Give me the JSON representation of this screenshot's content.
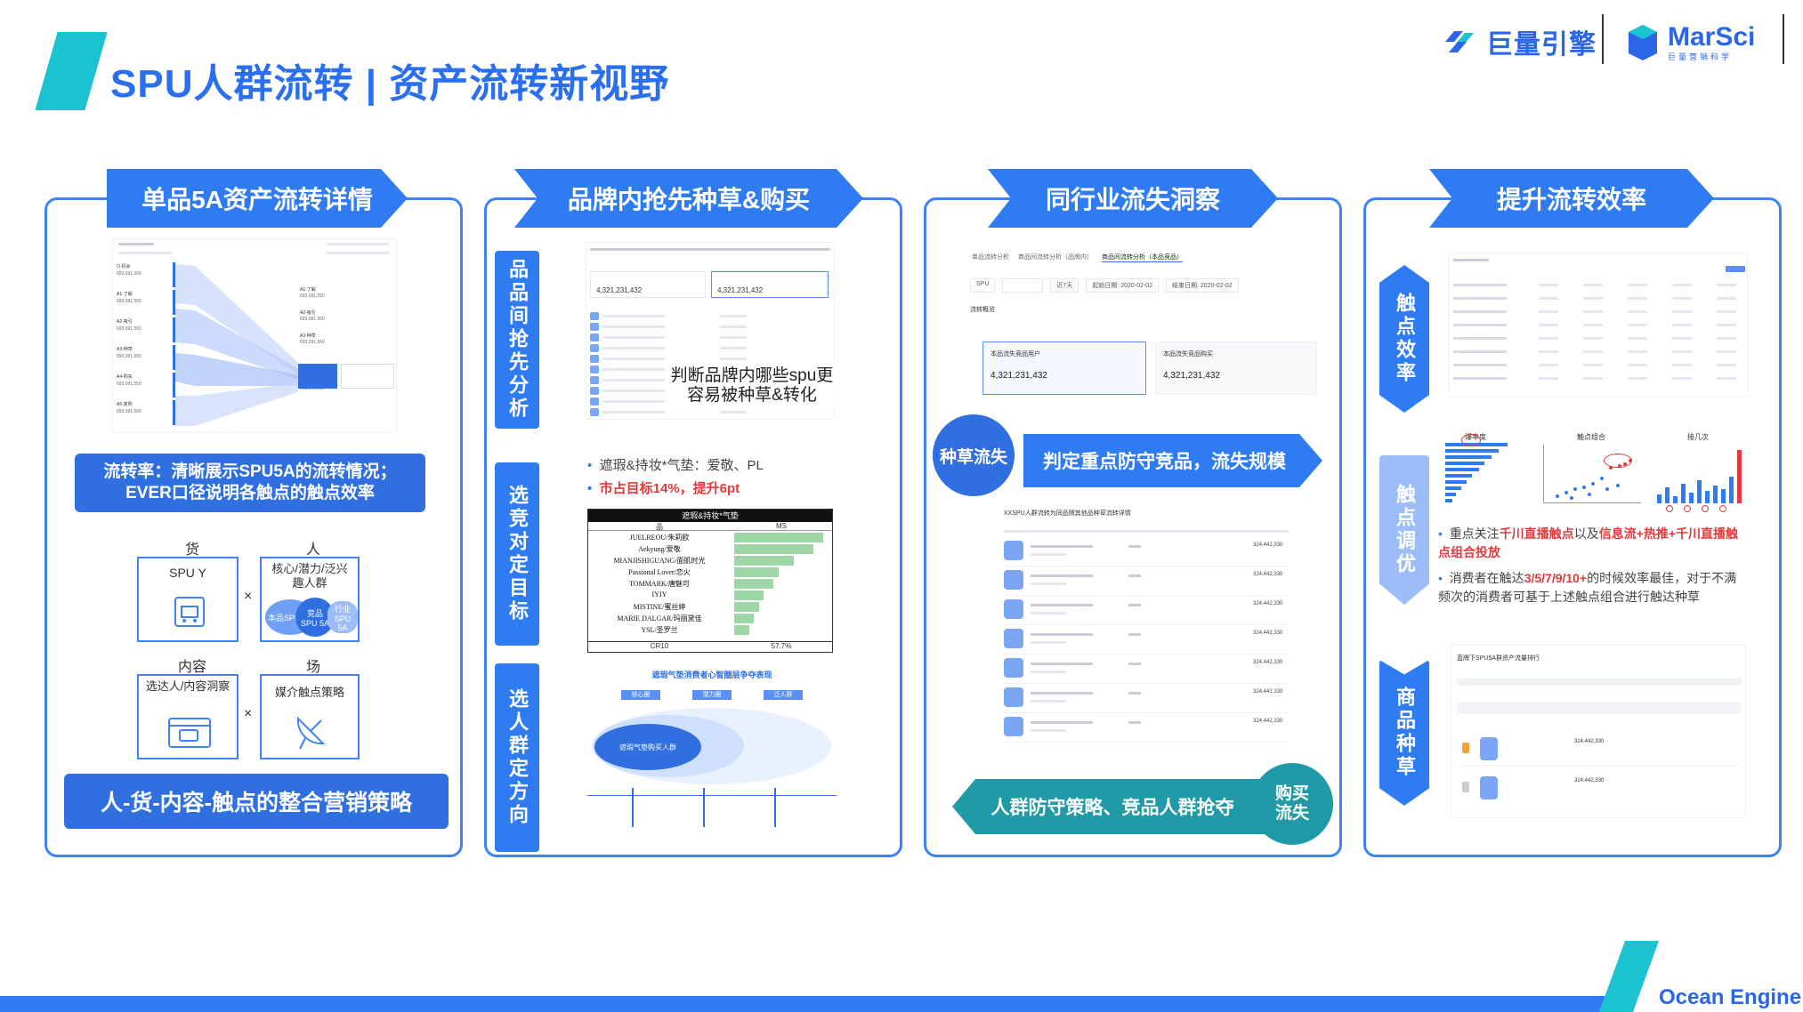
{
  "header": {
    "title": "SPU人群流转 | 资产流转新视野",
    "logo_ocean": "巨量引擎",
    "logo_marsci": "MarSci",
    "logo_marsci_sub": "巨量营销科学"
  },
  "colors": {
    "primary_blue": "#2f7cf2",
    "teal": "#1f9aa6",
    "cyan_accent": "#19c3cf",
    "red_highlight": "#e23a3a"
  },
  "panel1": {
    "heading": "单品5A资产流转详情",
    "shot_left_rows": [
      "O-机会",
      "A1-了解",
      "A2-吸引",
      "A3-种草",
      "A4-购买",
      "A5-复购"
    ],
    "shot_left_values": [
      "693,091,550",
      "693,091,550",
      "693,091,550",
      "693,091,550",
      "693,091,550",
      "693,091,550"
    ],
    "shot_right_rows": [
      "A1-了解",
      "A2-吸引",
      "A3-种草",
      "A4-购买",
      "A5-复购"
    ],
    "shot_right_values": [
      "693,091,550",
      "693,091,550",
      "693,091,550",
      "693,091,550",
      "693,091,550"
    ],
    "caption": "流转率：清晰展示SPU5A的流转情况；EVER口径说明各触点的触点效率",
    "grid_label_goods": "货",
    "grid_label_people": "人",
    "grid_label_content": "内容",
    "grid_label_field": "场",
    "box_spu": "SPU Y",
    "box_people": "核心/潜力/泛兴趣人群",
    "box_content": "选达人/内容洞察",
    "box_media": "媒介触点策略",
    "venn": [
      "本品SPU 5A",
      "竞品SPU 5A",
      "行业SPU 5A"
    ],
    "times": "×",
    "strategy": "人-货-内容-触点的整合营销策略"
  },
  "panel2": {
    "heading": "品牌内抢先种草&购买",
    "side_labels": [
      "品品间抢先分析",
      "选竞对定目标",
      "选人群定方向"
    ],
    "shot_values": [
      "4,321,231,432",
      "4,321,231,432"
    ],
    "overlay_text": "判断品牌内哪些spu更容易被种草&转化",
    "bullet1": "遮瑕&持妆*气垫：爱敬、PL",
    "bullet2": "市占目标14%，提升6pt",
    "table_title": "遮瑕&持妆*气垫",
    "table_col1": "品",
    "table_col2": "MS",
    "table_rows": [
      "JUELREOU/朱莉欧",
      "Aekyung/爱敬",
      "MIANJISHIGUANG/面肌时光",
      "Passional Lover/恋火",
      "TOMMARK/唐魅可",
      "IYIY",
      "MISTINE/蜜丝婷",
      "MARIE DALGAR/玛丽黛佳",
      "YSL/圣罗兰"
    ],
    "table_ms": [
      18,
      16,
      12,
      9,
      8,
      6,
      5,
      4,
      3
    ],
    "table_footer_label": "CR10",
    "table_footer_value": "57.7%",
    "venn_title": "遮瑕气垫消费者心智圈层争夺表现",
    "venn_tags": [
      "核心圈",
      "潜力圈",
      "泛人群"
    ],
    "venn_center": "遮瑕气垫购买人群"
  },
  "panel3": {
    "heading": "同行业流失洞察",
    "tabs": [
      "单品流转分析",
      "商品间流转分析（品牌内）",
      "商品间流转分析（本品竞品）"
    ],
    "filters": [
      "SPU",
      "近7天",
      "起始日期: 2020-02-02",
      "结束日期: 2020-02-02"
    ],
    "section": "流转概览",
    "card1_label": "本品流失竞品用户",
    "card1_value": "4,321,231,432",
    "card2_label": "本品流失竞品购买",
    "card2_value": "4,321,231,432",
    "tag_left": "种草流失",
    "arrow_text": "判定重点防守竞品，流失规模",
    "list_title": "XXSPU人群流转为同品牌其他品种草流转详情",
    "list_values": [
      "324,442,330",
      "324,442,330",
      "324,442,330",
      "324,442,330",
      "324,442,330",
      "324,442,330",
      "324,442,330"
    ],
    "bottom_arrow": "人群防守策略、竞品人群抢夺",
    "tag_right": "购买流失"
  },
  "panel4": {
    "heading": "提升流转效率",
    "side_labels": [
      "触点效率",
      "触点调优",
      "商品种草"
    ],
    "chart_titles": [
      "爆率度",
      "触点组合",
      "接几次"
    ],
    "bullet1_pre": "重点关注",
    "bullet1_hl1": "千川直播触点",
    "bullet1_mid": "以及",
    "bullet1_hl2": "信息流+热推+千川直播触点组合投放",
    "bullet2_pre": "消费者在触达",
    "bullet2_hl": "3/5/7/9/10+",
    "bullet2_post": "的时候效率最佳，对于不满频次的消费者可基于上述触点组合进行触达种草",
    "shot_title": "蓝牌下SPU5A群资产流量排行",
    "shot_values": [
      "324,442,330",
      "324,442,330"
    ]
  },
  "footer": {
    "brand": "Ocean Engine"
  }
}
